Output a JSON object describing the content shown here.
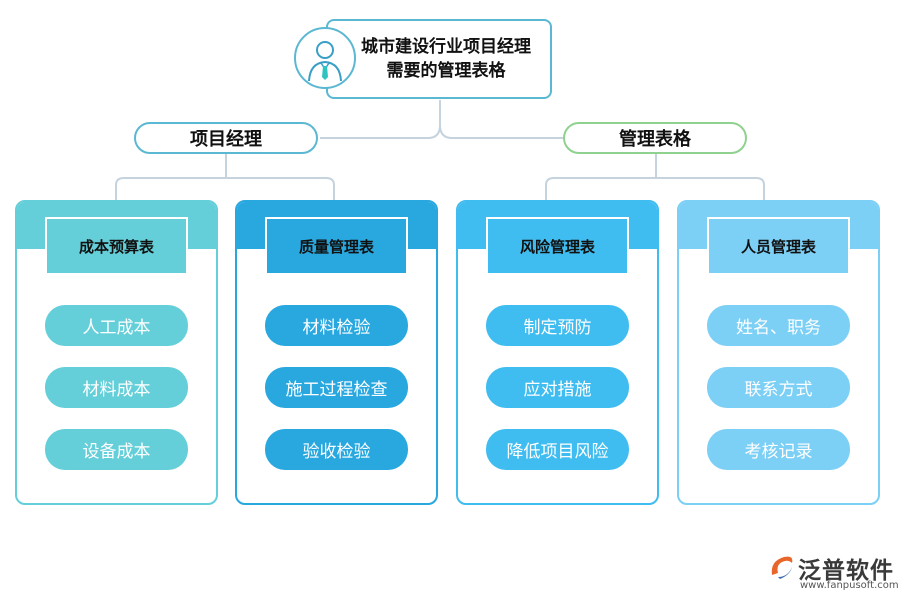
{
  "title": {
    "line1": "城市建设行业项目经理",
    "line2": "需要的管理表格"
  },
  "groups": [
    {
      "label": "项目经理",
      "border_color": "#5bb8d2"
    },
    {
      "label": "管理表格",
      "border_color": "#8fd18f"
    }
  ],
  "tables": [
    {
      "title": "成本预算表",
      "color": "#64cfd9",
      "items": [
        "人工成本",
        "材料成本",
        "设备成本"
      ]
    },
    {
      "title": "质量管理表",
      "color": "#29a8e0",
      "items": [
        "材料检验",
        "施工过程检查",
        "验收检验"
      ]
    },
    {
      "title": "风险管理表",
      "color": "#40bdf0",
      "items": [
        "制定预防",
        "应对措施",
        "降低项目风险"
      ]
    },
    {
      "title": "人员管理表",
      "color": "#7ccff5",
      "items": [
        "姓名、职务",
        "联系方式",
        "考核记录"
      ]
    }
  ],
  "logo": {
    "name": "泛普软件",
    "url": "www.fanpusoft.com",
    "icon": "fanpu-logo-icon",
    "color": "#e8662a"
  },
  "icons": {
    "avatar": "business-person-icon"
  }
}
